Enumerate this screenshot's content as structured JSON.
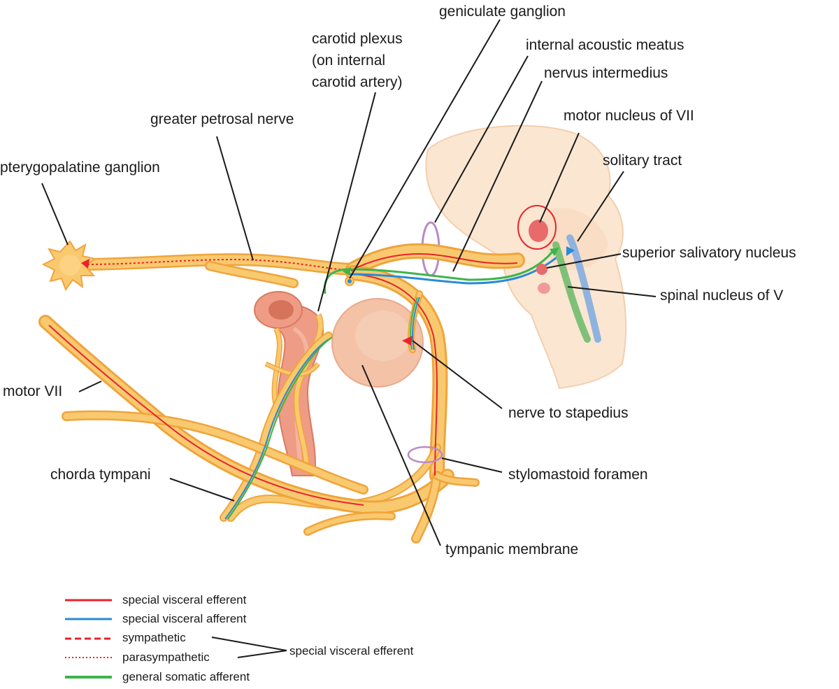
{
  "labels": {
    "geniculate_ganglion": "geniculate ganglion",
    "carotid_plexus": "carotid plexus\n(on internal\ncarotid artery)",
    "internal_acoustic_meatus": "internal acoustic meatus",
    "nervus_intermedius": "nervus intermedius",
    "greater_petrosal_nerve": "greater petrosal nerve",
    "motor_nucleus_vii": "motor nucleus of VII",
    "pterygopalatine_ganglion": "pterygopalatine ganglion",
    "solitary_tract": "solitary tract",
    "superior_salivatory_nucleus": "superior salivatory nucleus",
    "spinal_nucleus_v": "spinal nucleus of V",
    "motor_vii": "motor VII",
    "nerve_to_stapedius": "nerve to stapedius",
    "stylomastoid_foramen": "stylomastoid foramen",
    "chorda_tympani": "chorda tympani",
    "tympanic_membrane": "tympanic membrane"
  },
  "legend": {
    "items": [
      {
        "label": "special visceral efferent",
        "color": "#e8232b",
        "style": "solid"
      },
      {
        "label": "special visceral afferent",
        "color": "#2a8ad6",
        "style": "solid"
      },
      {
        "label": "sympathetic",
        "color": "#e8232b",
        "style": "dashed"
      },
      {
        "label": "parasympathetic",
        "color": "#e8232b",
        "style": "dotted"
      },
      {
        "label": "general somatic afferent",
        "color": "#3cb54a",
        "style": "solid"
      }
    ],
    "group_label": "special visceral efferent"
  },
  "colors": {
    "nerve_fill": "#f9c970",
    "nerve_edge": "#f0a43a",
    "brainstem": "#fbe3cc",
    "artery": "#ec9a82",
    "membrane": "#f1c1a8"
  }
}
